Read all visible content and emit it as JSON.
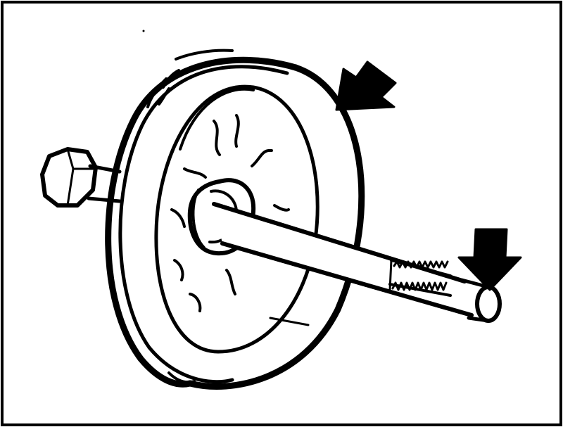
{
  "figure": {
    "type": "line-drawing",
    "parts": [
      "border",
      "wheel",
      "hub",
      "bolt",
      "thread",
      "rotation-arrow",
      "down-arrow"
    ],
    "colors": {
      "ink": "#000000",
      "paper": "#ffffff"
    }
  }
}
